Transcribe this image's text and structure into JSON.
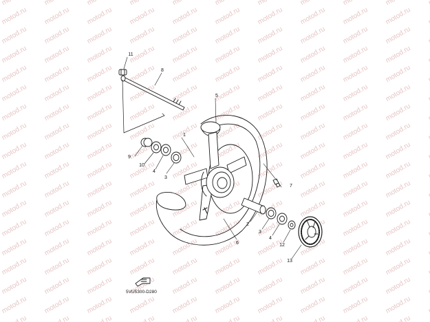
{
  "diagram": {
    "callouts": [
      "1",
      "2",
      "3",
      "3",
      "4",
      "4",
      "5",
      "6",
      "7",
      "8",
      "9",
      "10",
      "11",
      "12",
      "13"
    ],
    "code": "5VU5300-D280",
    "watermark": "motod.ru"
  },
  "colors": {
    "line": "#1a1a1a",
    "watermark": "#e6c6c6"
  }
}
